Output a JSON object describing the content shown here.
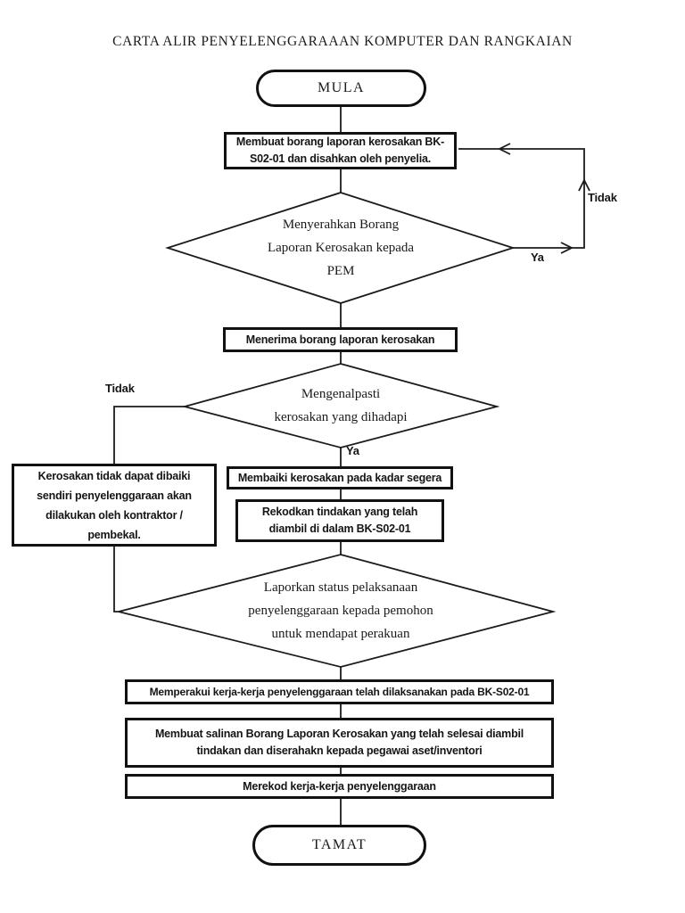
{
  "title": "CARTA ALIR PENYELENGGARAAAN KOMPUTER DAN RANGKAIAN",
  "flow": {
    "start_label": "MULA",
    "end_label": "TAMAT",
    "process_create_form": "Membuat borang laporan kerosakan BK-\nS02-01 dan disahkan oleh penyelia.",
    "decision_submit_form": "Menyerahkan Borang\nLaporan Kerosakan kepada\nPEM",
    "process_receive_form": "Menerima borang laporan kerosakan",
    "decision_identify_fault": "Mengenalpasti\nkerosakan yang dihadapi",
    "process_contractor_note": "Kerosakan tidak dapat dibaiki\nsendiri penyelenggaraan akan\ndilakukan oleh kontraktor /\npembekal.",
    "process_repair": "Membaiki kerosakan pada kadar segera",
    "process_record_action": "Rekodkan tindakan yang telah\ndiambil di dalam BK-S02-01",
    "decision_report_status": "Laporkan status pelaksanaan\npenyelenggaraan kepada pemohon\nuntuk mendapat perakuan",
    "process_certify": "Memperakui kerja-kerja penyelenggaraan telah dilaksanakan pada BK-S02-01",
    "process_copy_form": "Membuat salinan Borang Laporan Kerosakan yang telah selesai diambil\ntindakan dan diserahakn kepada pegawai aset/inventori",
    "process_log_work": "Merekod kerja-kerja penyelenggaraan",
    "labels": {
      "no_top": "Tidak",
      "yes_right": "Ya",
      "no_left": "Tidak",
      "yes_mid": "Ya"
    }
  },
  "colors": {
    "line": "#1b1b1b",
    "background": "#ffffff"
  }
}
